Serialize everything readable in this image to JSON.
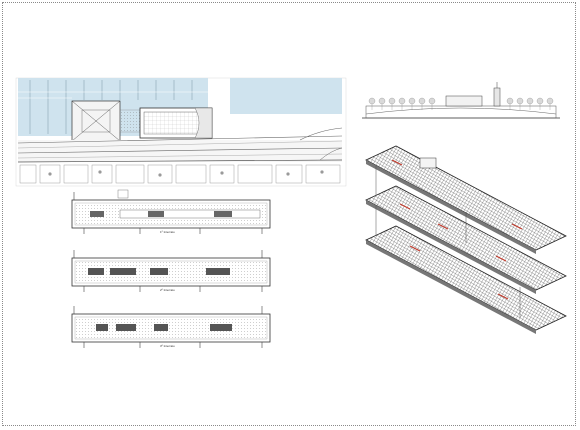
{
  "plan_labels": [
    "1º Interrato",
    "2º Interrato",
    "3º Interrato"
  ],
  "colors": {
    "water": "#cfe3ee",
    "line": "#444444",
    "light_line": "#9a9a9a",
    "accent": "#c0392b"
  }
}
